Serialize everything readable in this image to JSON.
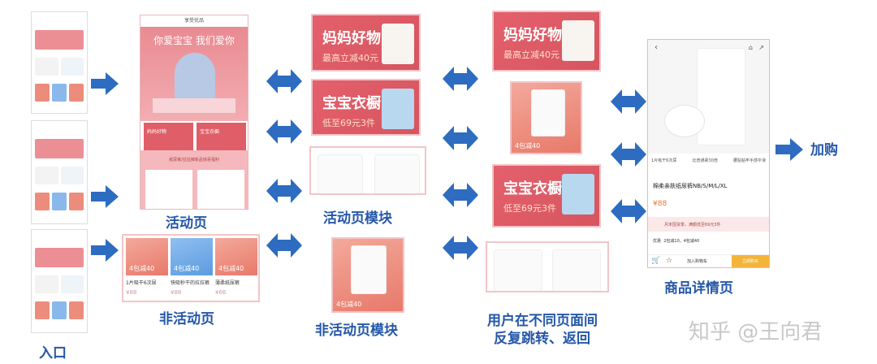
{
  "labels": {
    "entry": "入口",
    "activity_page": "活动页",
    "non_activity_page": "非活动页",
    "activity_module": "活动页模块",
    "non_activity_module": "非活动页模块",
    "user_jump_line1": "用户在不同页面间",
    "user_jump_line2": "反复跳转、返回",
    "detail_page": "商品详情页",
    "add_to_cart": "加购"
  },
  "activity_page": {
    "title": "享受优品",
    "headline": "你爱宝宝 我们爱你",
    "card1": "妈妈好物",
    "card2": "宝宝衣橱",
    "note": "纸尿裤/拉拉裤新品惊喜福利"
  },
  "non_activity_page": {
    "items": [
      {
        "name": "1片吸干6次尿",
        "price": "¥88",
        "tag": "4包减40"
      },
      {
        "name": "快吸秒干的拉拉裤",
        "price": "¥88",
        "tag": "4包减40"
      },
      {
        "name": "薄柔纸尿裤",
        "price": "¥66",
        "tag": "4包减40"
      }
    ]
  },
  "modules": {
    "mama": {
      "title": "妈妈好物",
      "sub": "最高立减40元"
    },
    "baby": {
      "title": "宝宝衣橱",
      "sub": "低至69元3件"
    },
    "single_tag": "4包减40"
  },
  "detail": {
    "features": [
      "1片吸干6次尿",
      "比普通柔30倍",
      "腰贴粘牢手感平滑"
    ],
    "product_name": "棉柔亲肤纸尿裤NB/S/M/L/XL",
    "price": "¥88",
    "notice": "月末囤货季，满额低至69元3件",
    "promo_label": "优惠",
    "promo": "2包减10，4包减40",
    "add_cart": "加入购物车",
    "buy": "立即购买"
  },
  "watermark": "知乎 @王向君",
  "colors": {
    "arrow": "#2d6cc0",
    "label": "#2457a8",
    "card": "#de5b66"
  }
}
